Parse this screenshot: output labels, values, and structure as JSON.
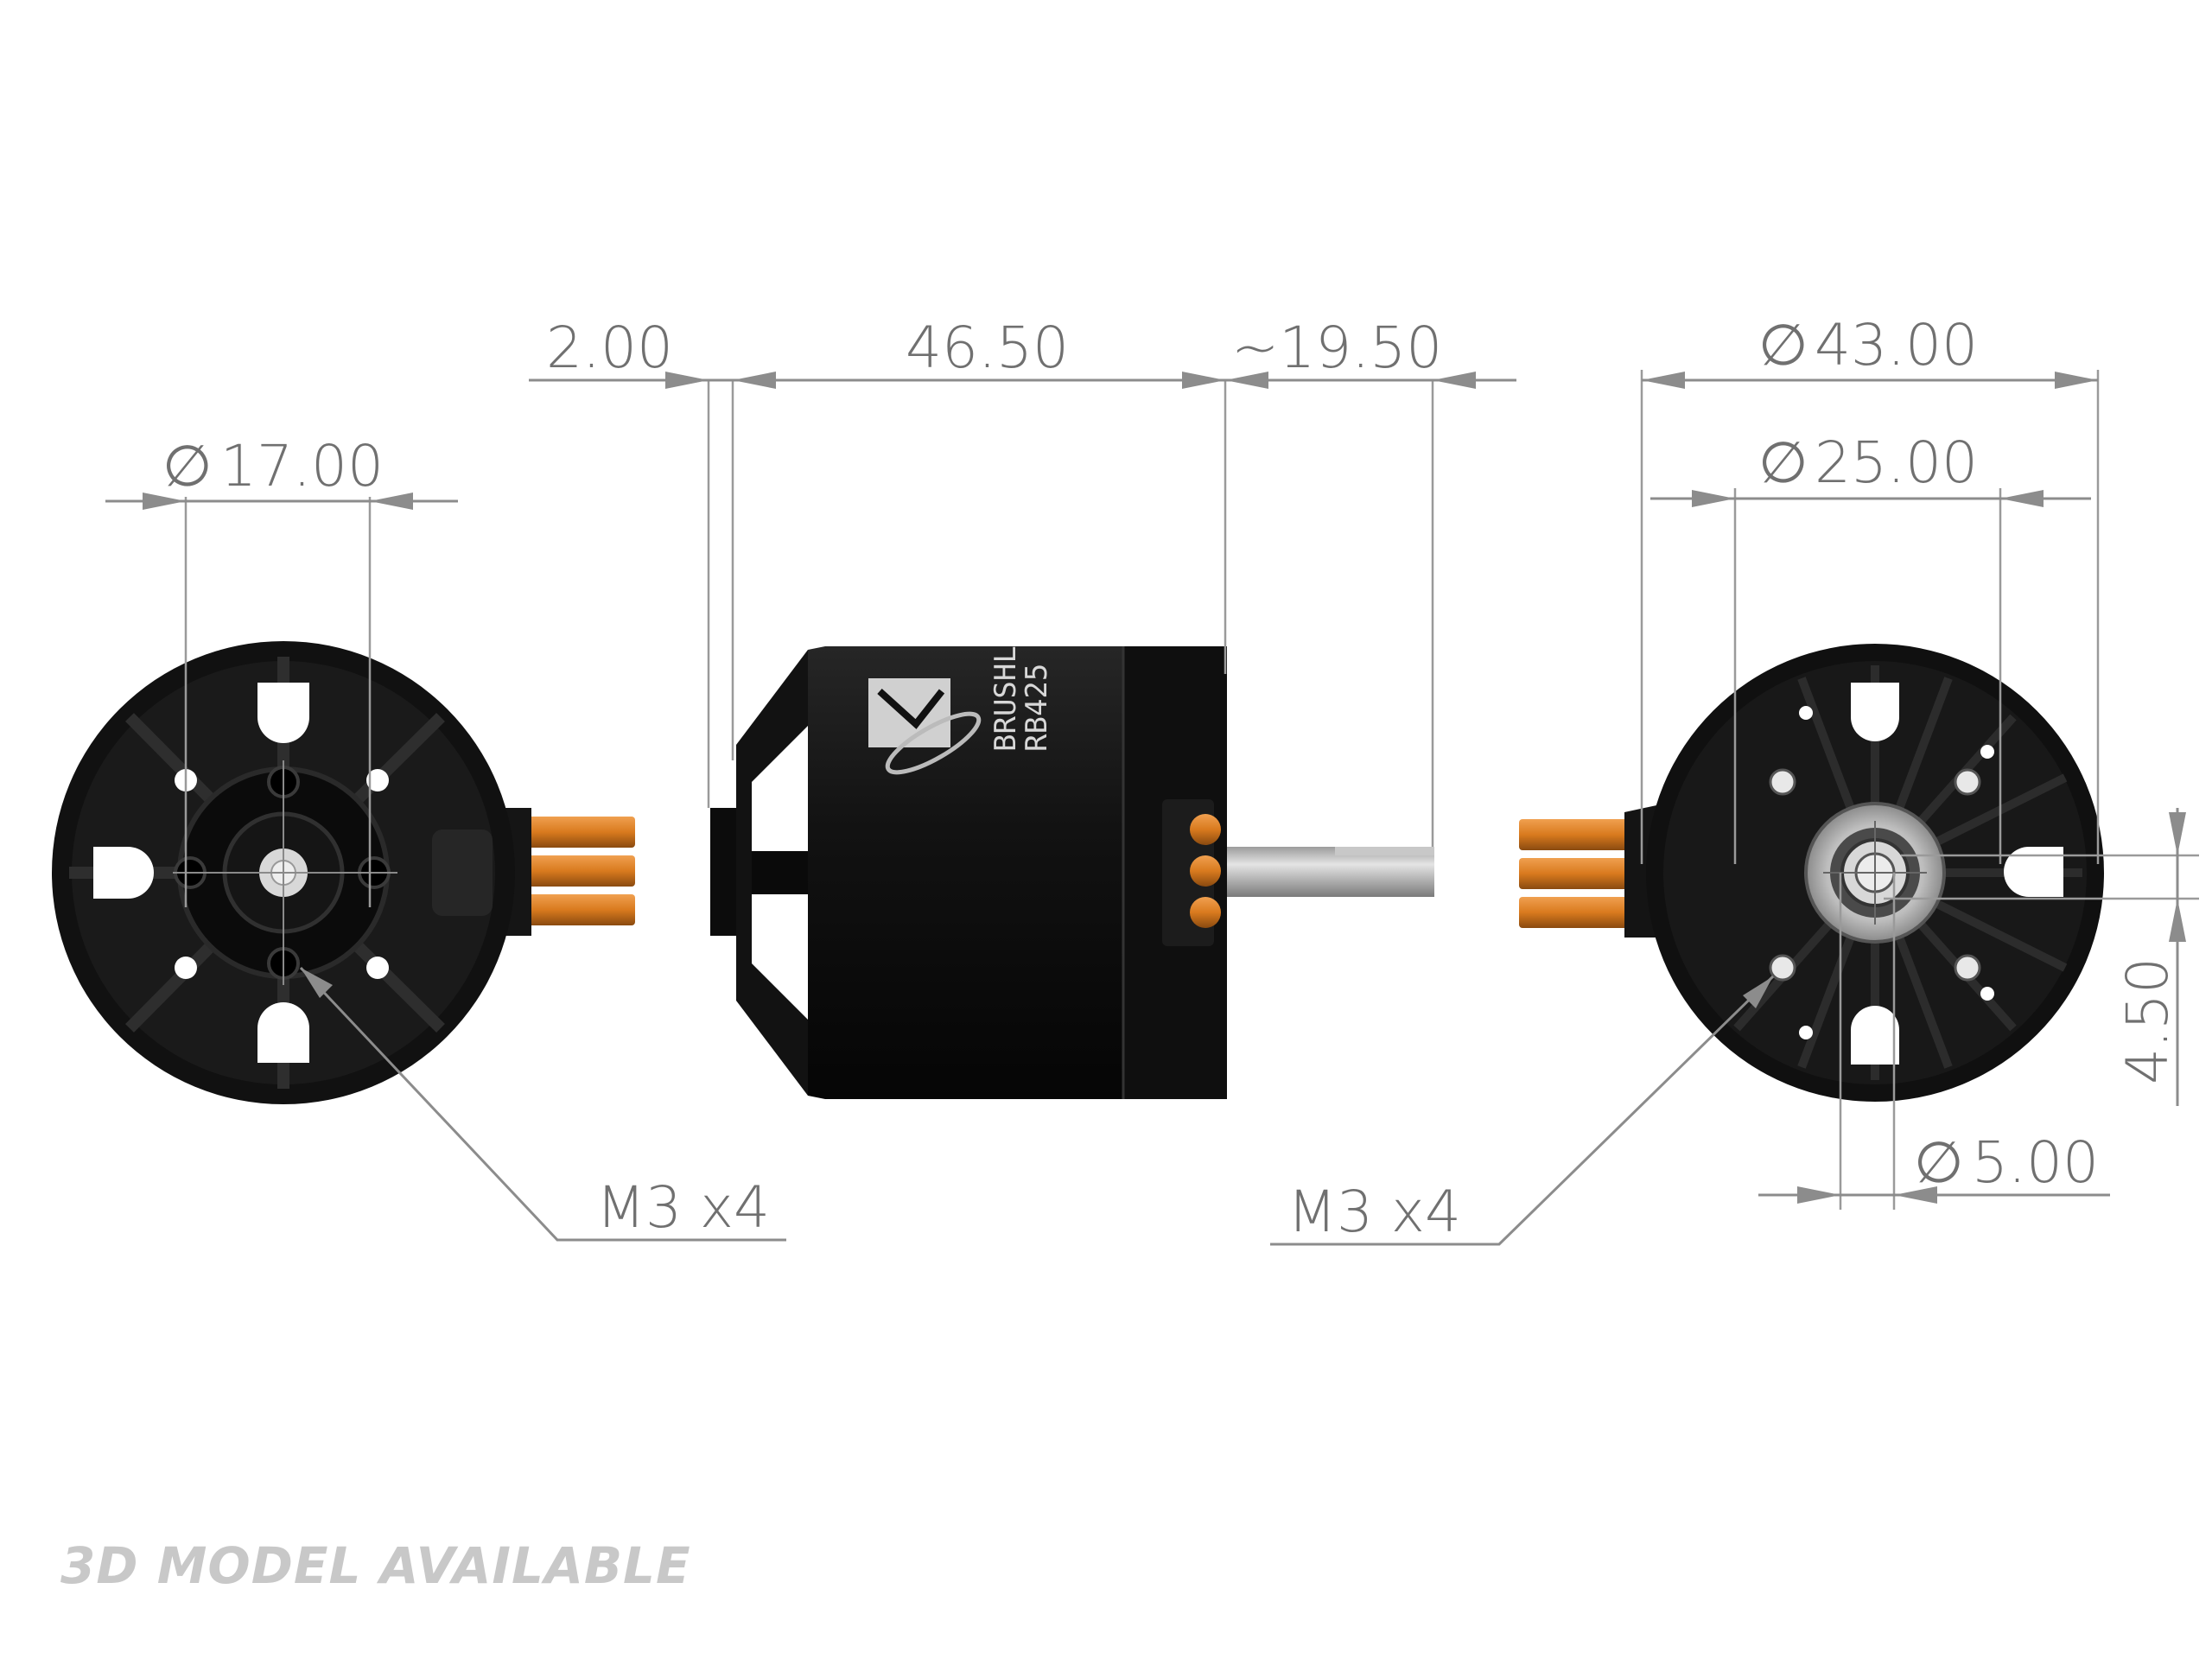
{
  "dimensions": {
    "flange_thickness": "2.00",
    "body_length": "46.50",
    "shaft_length": "~19.50",
    "outer_diameter": "43.00",
    "rear_hole_circle": "25.00",
    "front_hole_circle": "17.00",
    "shaft_offset": "4.50",
    "shaft_diameter": "5.00",
    "front_screws": "M3 x4",
    "rear_screws": "M3 x4"
  },
  "symbols": {
    "diameter": "∅"
  },
  "motor_label": {
    "line1": "BRUSHL",
    "line2": "RB425"
  },
  "footer": "3D MODEL AVAILABLE",
  "colors": {
    "body": "#0e0e0e",
    "wire": "#d97a1e",
    "dimension": "#8c8c8c",
    "shaft": "#b4b4b4"
  }
}
